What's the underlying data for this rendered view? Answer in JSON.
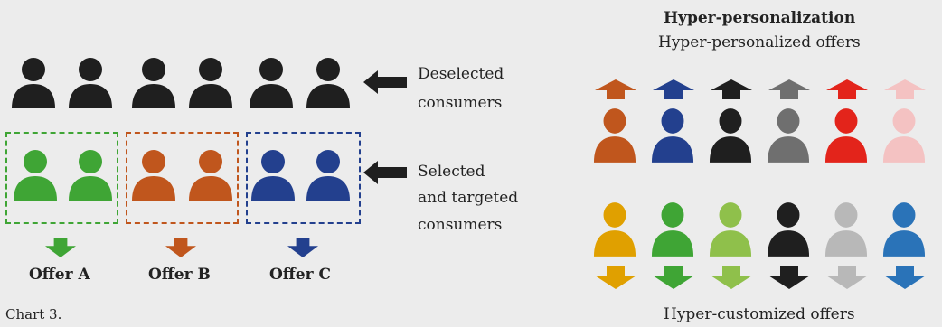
{
  "colors": {
    "black": "#1f1f1f",
    "green": "#3fa535",
    "orange": "#c0561d",
    "navy": "#23408e",
    "gray": "#6f6f6f",
    "red": "#e3241b",
    "pink": "#f4c2c2",
    "gold": "#e0a000",
    "lightgreen": "#8fc04b",
    "lightgray": "#b8b8b8",
    "steelblue": "#2a73b8"
  },
  "left": {
    "deselected_label_line1": "Deselected",
    "deselected_label_line2": "consumers",
    "selected_label_line1": "Selected",
    "selected_label_line2": "and targeted",
    "selected_label_line3": "consumers",
    "offers": [
      "Offer A",
      "Offer B",
      "Offer C"
    ],
    "caption": "Chart 3."
  },
  "right": {
    "title": "Hyper-personalization",
    "subtitle": "Hyper-personalized offers",
    "bottom_label": "Hyper-customized offers",
    "top_row_colors": [
      "orange",
      "navy",
      "black",
      "gray",
      "red",
      "pink"
    ],
    "bottom_row_colors": [
      "gold",
      "green",
      "lightgreen",
      "black",
      "lightgray",
      "steelblue"
    ]
  },
  "icons": {
    "person": "person-icon",
    "arrow_left": "arrow-left-icon",
    "arrow_down": "arrow-down-icon",
    "arrow_up": "arrow-up-icon"
  }
}
